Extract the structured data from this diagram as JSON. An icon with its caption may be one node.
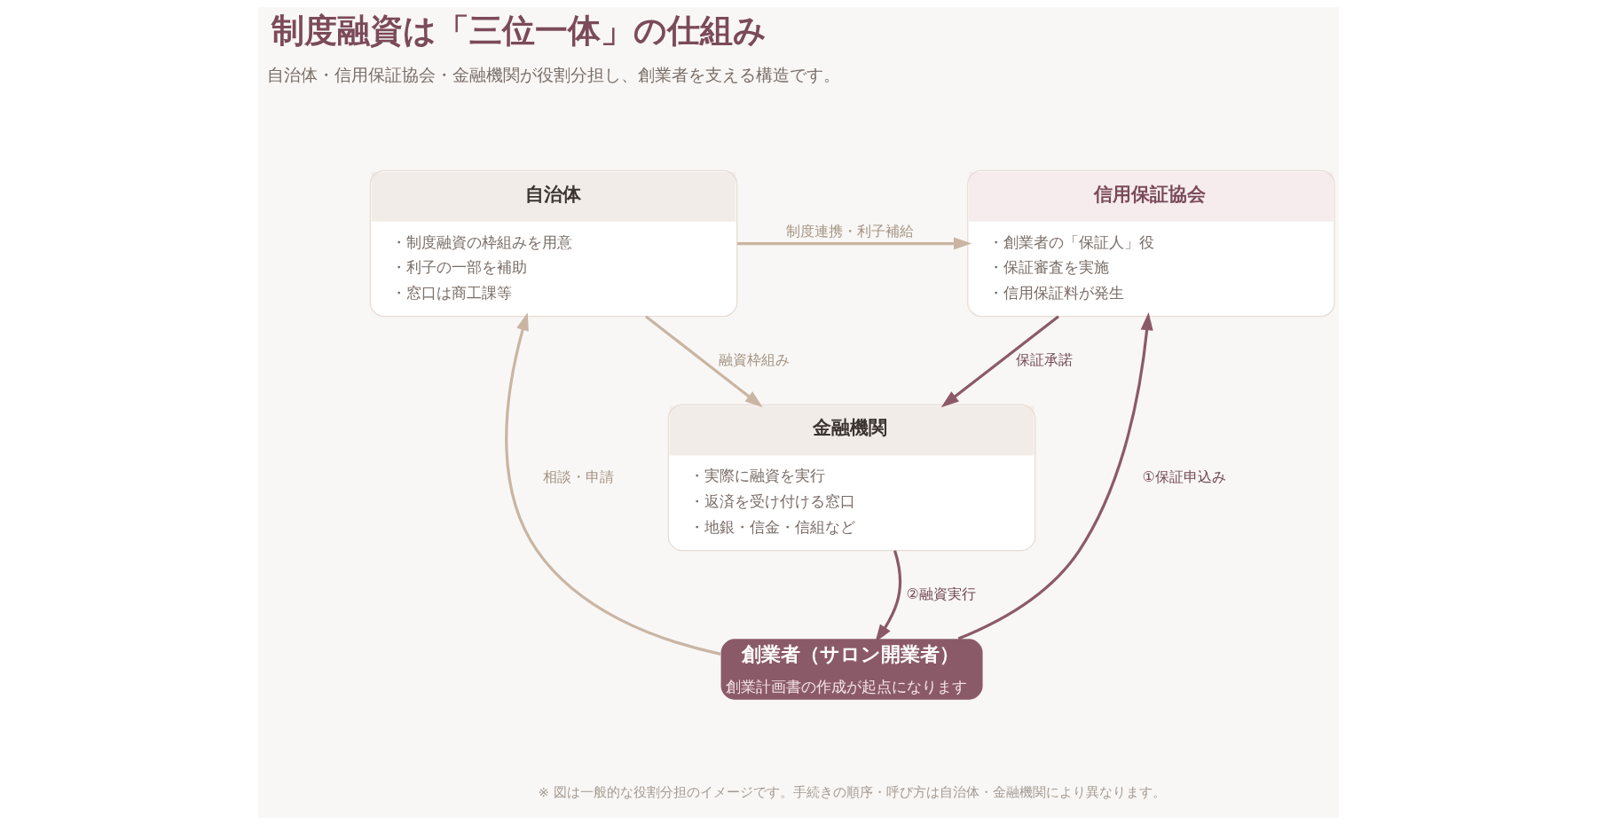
{
  "diagram": {
    "title": "制度融資は「三位一体」の仕組み",
    "nodes": [
      {
        "text": [
          "自治体",
          "・制度融資の枠組みを用意",
          "・利子の一部を補助",
          "・窓口は商工課等"
        ]
      },
      {
        "text": [
          "信用保証協会",
          "・創業者の「保証人」役",
          "・保証審査を実施",
          "・信用保証料が発生"
        ]
      },
      {
        "text": [
          "金融機関",
          "・実際に融資を実行",
          "・返済を受け付ける窓口",
          "・地銀・信金・信組など"
        ]
      },
      {
        "text": [
          "創業者（サロン開業者）",
          "創業計画書の作成が起点になります"
        ]
      }
    ],
    "edges": [
      {
        "from": 0,
        "to": 1,
        "arrow": "to",
        "label": "制度連携・利子補給",
        "color": "#c9b5a2"
      },
      {
        "from": 0,
        "to": 2,
        "arrow": "to",
        "label": "融資枠組み",
        "color": "#c9b5a2"
      },
      {
        "from": 1,
        "to": 2,
        "arrow": "to",
        "label": "保証承諾",
        "color": "#8b5a69"
      },
      {
        "from": 3,
        "to": 0,
        "arrow": "to",
        "label": "相談・申請",
        "color": "#c9b5a2"
      },
      {
        "from": 3,
        "to": 1,
        "arrow": "to",
        "label": "①保証申込み",
        "color": "#8b5a69"
      },
      {
        "from": 2,
        "to": 3,
        "arrow": "to",
        "label": "②融資実行",
        "color": "#8b5a69"
      }
    ],
    "labels": [
      "自治体・信用保証協会・金融機関が役割分担し、創業者を支える構造です。",
      "※ 図は一般的な役割分担のイメージです。手続きの順序・呼び方は自治体・金融機関により異なります。"
    ]
  }
}
